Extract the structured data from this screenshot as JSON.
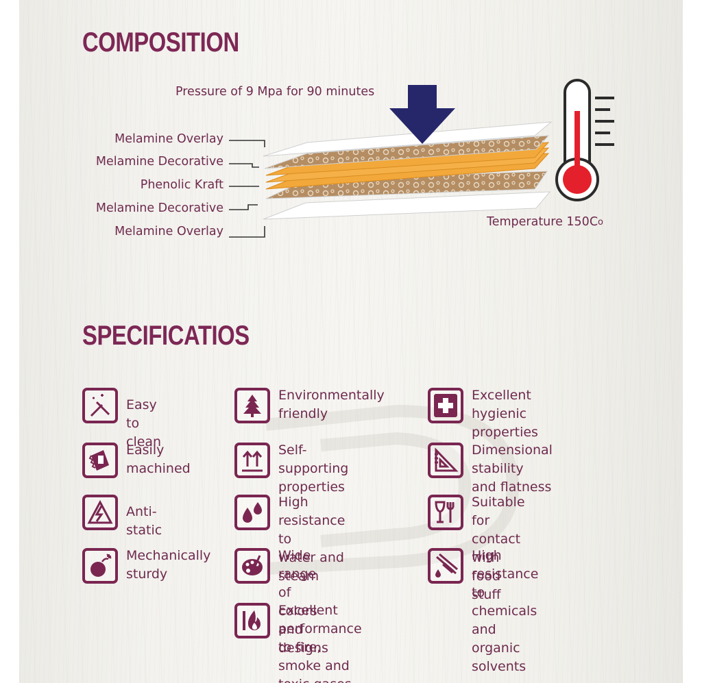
{
  "composition": {
    "heading": "COMPOSITION",
    "pressure_caption": "Pressure of 9 Mpa for 90 minutes",
    "temperature_caption": "Temperature 150C",
    "temperature_unit_mark": "o",
    "layers": [
      "Melamine Overlay",
      "Melamine Decorative",
      "Phenolic Kraft",
      "Melamine Decorative",
      "Melamine Overlay"
    ],
    "colors": {
      "overlay": "#ffffff",
      "decorative": "#b58d63",
      "kraft": "#f2a83a",
      "arrow": "#26276b",
      "thermometer_red": "#e3202b"
    }
  },
  "specifications": {
    "heading": "SPECIFICATIOS",
    "items": [
      {
        "text": "Easy to clean",
        "icon": "wiper-icon"
      },
      {
        "text": "Easily\nmachined",
        "icon": "saw-blade-icon"
      },
      {
        "text": "Anti-static",
        "icon": "lightning-icon"
      },
      {
        "text": "Mechanically\nsturdy",
        "icon": "bomb-icon"
      },
      {
        "text": "Environmentally\nfriendly",
        "icon": "tree-icon"
      },
      {
        "text": "Self-supporting\nproperties",
        "icon": "up-arrows-icon"
      },
      {
        "text": "High resistance to\nwater and steam",
        "icon": "water-drops-icon"
      },
      {
        "text": "Wide range of\ncolors and designs",
        "icon": "palette-icon"
      },
      {
        "text": "Excellent\nperformance to fire,\nsmoke and toxic gases",
        "icon": "fire-icon"
      },
      {
        "text": "Excellent hygienic\nproperties",
        "icon": "medical-cross-icon"
      },
      {
        "text": "Dimensional stability\nand flatness",
        "icon": "set-square-icon"
      },
      {
        "text": "Suitable for contact\nwith food stuff",
        "icon": "glass-fork-icon"
      },
      {
        "text": "High resistance\nto chemicals and\norganic solvents",
        "icon": "test-tube-icon"
      }
    ]
  },
  "colors": {
    "accent": "#7d2755",
    "text": "#6e2a4e"
  }
}
